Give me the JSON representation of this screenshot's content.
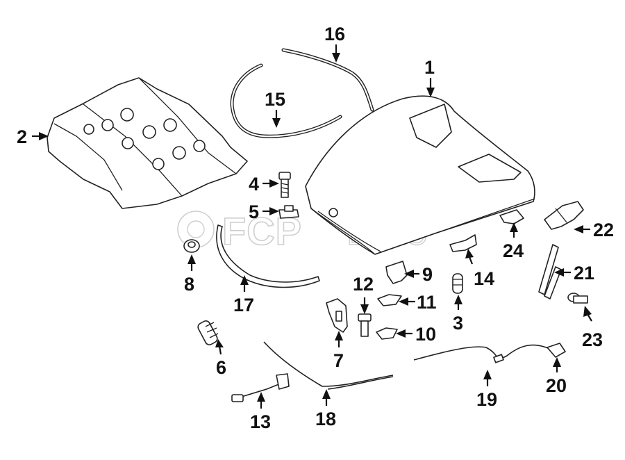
{
  "watermark": {
    "brand_main": "FCP",
    "brand_suffix": "EURO"
  },
  "callouts": [
    {
      "id": "1",
      "label": "1"
    },
    {
      "id": "2",
      "label": "2"
    },
    {
      "id": "3",
      "label": "3"
    },
    {
      "id": "4",
      "label": "4"
    },
    {
      "id": "5",
      "label": "5"
    },
    {
      "id": "6",
      "label": "6"
    },
    {
      "id": "7",
      "label": "7"
    },
    {
      "id": "8",
      "label": "8"
    },
    {
      "id": "9",
      "label": "9"
    },
    {
      "id": "10",
      "label": "10"
    },
    {
      "id": "11",
      "label": "11"
    },
    {
      "id": "12",
      "label": "12"
    },
    {
      "id": "13",
      "label": "13"
    },
    {
      "id": "14",
      "label": "14"
    },
    {
      "id": "15",
      "label": "15"
    },
    {
      "id": "16",
      "label": "16"
    },
    {
      "id": "17",
      "label": "17"
    },
    {
      "id": "18",
      "label": "18"
    },
    {
      "id": "19",
      "label": "19"
    },
    {
      "id": "20",
      "label": "20"
    },
    {
      "id": "21",
      "label": "21"
    },
    {
      "id": "22",
      "label": "22"
    },
    {
      "id": "23",
      "label": "23"
    },
    {
      "id": "24",
      "label": "24"
    }
  ]
}
